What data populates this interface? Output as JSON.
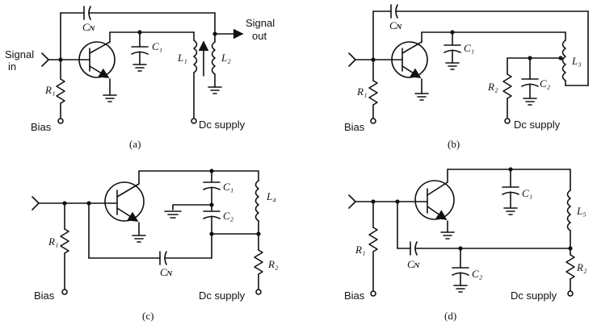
{
  "panels": {
    "a": {
      "caption": "(a)",
      "signal_in": [
        "Signal",
        "in"
      ],
      "signal_out": [
        "Signal",
        "out"
      ],
      "cn": "Cɴ",
      "c1": "C₁",
      "r1": "R₁",
      "l1": "L₁",
      "l2": "L₂",
      "bias": "Bias",
      "dc": "Dc supply"
    },
    "b": {
      "caption": "(b)",
      "cn": "Cɴ",
      "c1": "C₁",
      "c2": "C₂",
      "r1": "R₁",
      "r2": "R₂",
      "l3": "L₃",
      "bias": "Bias",
      "dc": "Dc supply"
    },
    "c": {
      "caption": "(c)",
      "cn": "Cɴ",
      "c1": "C₁",
      "c2": "C₂",
      "r1": "R₁",
      "r2": "R₂",
      "l4": "L₄",
      "bias": "Bias",
      "dc": "Dc supply"
    },
    "d": {
      "caption": "(d)",
      "cn": "Cɴ",
      "c1": "C₁",
      "c2": "C₂",
      "r1": "R₁",
      "r2": "R₂",
      "l5": "L₅",
      "bias": "Bias",
      "dc": "Dc supply"
    }
  }
}
